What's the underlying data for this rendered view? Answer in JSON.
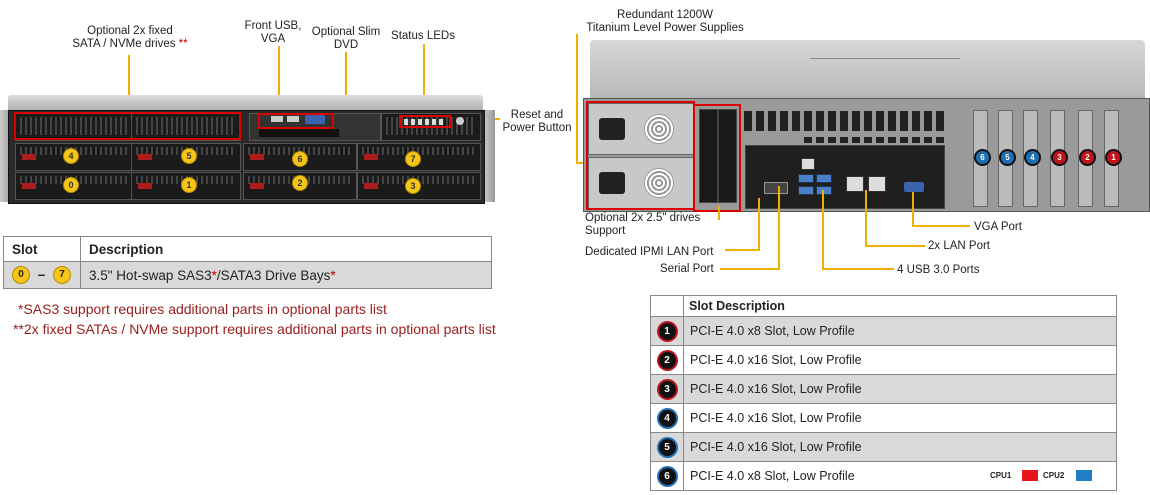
{
  "front_labels": {
    "fixed_drives": "Optional 2x fixed",
    "fixed_drives_2": "SATA / NVMe drives",
    "fixed_drives_mark": "**",
    "front_usb": "Front USB,",
    "front_usb_2": "VGA",
    "slim_dvd": "Optional Slim",
    "slim_dvd_2": "DVD",
    "status_leds": "Status LEDs",
    "reset": "Reset and",
    "reset_2": "Power Button"
  },
  "drive_bays": [
    "4",
    "5",
    "6",
    "7",
    "0",
    "1",
    "2",
    "3"
  ],
  "slot_table": {
    "col_slot": "Slot",
    "col_desc": "Description",
    "from": "0",
    "dash": "–",
    "to": "7",
    "desc_a": "3.5\" Hot-swap  SAS3",
    "star1": "*",
    "desc_b": "/SATA3 Drive Bays",
    "star2": "*"
  },
  "notes": {
    "note1": "*SAS3 support requires additional parts in optional parts list",
    "note2": "**2x fixed SATAs / NVMe support requires additional parts in optional parts list"
  },
  "rear_labels": {
    "psu": "Redundant  1200W",
    "psu_2": "Titanium  Level Power Supplies",
    "drives": "Optional 2x 2.5\" drives",
    "drives_2": "Support",
    "ipmi": "Dedicated IPMI  LAN Port",
    "serial": "Serial Port",
    "usb": "4 USB 3.0 Ports",
    "lan": "2x LAN Port",
    "vga": "VGA Port"
  },
  "rear_slots": [
    {
      "n": "6",
      "color": "#1f6fb5"
    },
    {
      "n": "5",
      "color": "#1f6fb5"
    },
    {
      "n": "4",
      "color": "#1f6fb5"
    },
    {
      "n": "3",
      "color": "#c0141c"
    },
    {
      "n": "2",
      "color": "#c0141c"
    },
    {
      "n": "1",
      "color": "#c0141c"
    }
  ],
  "pci_table": {
    "header": "Slot Description",
    "rows": [
      {
        "n": "1",
        "desc": "PCI-E 4.0 x8 Slot, Low Profile",
        "ring": "#c0141c"
      },
      {
        "n": "2",
        "desc": "PCI-E 4.0 x16 Slot, Low Profile",
        "ring": "#c0141c"
      },
      {
        "n": "3",
        "desc": "PCI-E 4.0 x16 Slot, Low Profile",
        "ring": "#c0141c"
      },
      {
        "n": "4",
        "desc": "PCI-E 4.0 x16 Slot, Low Profile",
        "ring": "#1f6fb5"
      },
      {
        "n": "5",
        "desc": "PCI-E 4.0 x16 Slot, Low Profile",
        "ring": "#1f6fb5"
      },
      {
        "n": "6",
        "desc": "PCI-E 4.0 x8 Slot, Low Profile",
        "ring": "#1f6fb5"
      }
    ]
  },
  "legend": {
    "cpu1": "CPU1",
    "cpu1_color": "#e8141c",
    "cpu2": "CPU2",
    "cpu2_color": "#1f7fc4"
  }
}
